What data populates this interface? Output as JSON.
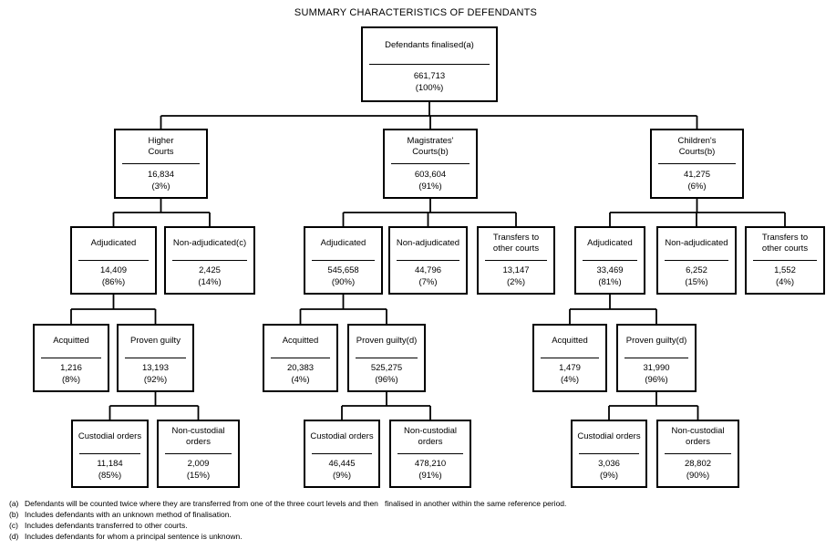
{
  "title": "SUMMARY CHARACTERISTICS OF DEFENDANTS",
  "colors": {
    "line": "#000000",
    "background": "#ffffff",
    "text": "#000000"
  },
  "nodes": {
    "root": {
      "label": "Defendants finalised(a)",
      "value": "661,713",
      "pct": "(100%)"
    },
    "higher": {
      "label": "Higher\nCourts",
      "value": "16,834",
      "pct": "(3%)"
    },
    "magistrates": {
      "label": "Magistrates'\nCourts(b)",
      "value": "603,604",
      "pct": "(91%)"
    },
    "childrens": {
      "label": "Children's\nCourts(b)",
      "value": "41,275",
      "pct": "(6%)"
    },
    "h_adj": {
      "label": "Adjudicated",
      "value": "14,409",
      "pct": "(86%)"
    },
    "h_nonadj": {
      "label": "Non-adjudicated(c)",
      "value": "2,425",
      "pct": "(14%)"
    },
    "m_adj": {
      "label": "Adjudicated",
      "value": "545,658",
      "pct": "(90%)"
    },
    "m_nonadj": {
      "label": "Non-adjudicated",
      "value": "44,796",
      "pct": "(7%)"
    },
    "m_trans": {
      "label": "Transfers to\nother courts",
      "value": "13,147",
      "pct": "(2%)"
    },
    "c_adj": {
      "label": "Adjudicated",
      "value": "33,469",
      "pct": "(81%)"
    },
    "c_nonadj": {
      "label": "Non-adjudicated",
      "value": "6,252",
      "pct": "(15%)"
    },
    "c_trans": {
      "label": "Transfers to\nother courts",
      "value": "1,552",
      "pct": "(4%)"
    },
    "h_acq": {
      "label": "Acquitted",
      "value": "1,216",
      "pct": "(8%)"
    },
    "h_guilty": {
      "label": "Proven guilty",
      "value": "13,193",
      "pct": "(92%)"
    },
    "m_acq": {
      "label": "Acquitted",
      "value": "20,383",
      "pct": "(4%)"
    },
    "m_guilty": {
      "label": "Proven guilty(d)",
      "value": "525,275",
      "pct": "(96%)"
    },
    "c_acq": {
      "label": "Acquitted",
      "value": "1,479",
      "pct": "(4%)"
    },
    "c_guilty": {
      "label": "Proven guilty(d)",
      "value": "31,990",
      "pct": "(96%)"
    },
    "h_cust": {
      "label": "Custodial orders",
      "value": "11,184",
      "pct": "(85%)"
    },
    "h_noncust": {
      "label": "Non-custodial\norders",
      "value": "2,009",
      "pct": "(15%)"
    },
    "m_cust": {
      "label": "Custodial orders",
      "value": "46,445",
      "pct": "(9%)"
    },
    "m_noncust": {
      "label": "Non-custodial\norders",
      "value": "478,210",
      "pct": "(91%)"
    },
    "c_cust": {
      "label": "Custodial orders",
      "value": "3,036",
      "pct": "(9%)"
    },
    "c_noncust": {
      "label": "Non-custodial\norders",
      "value": "28,802",
      "pct": "(90%)"
    }
  },
  "edges": [
    {
      "parent": "root",
      "children": [
        "higher",
        "magistrates",
        "childrens"
      ]
    },
    {
      "parent": "higher",
      "children": [
        "h_adj",
        "h_nonadj"
      ]
    },
    {
      "parent": "magistrates",
      "children": [
        "m_adj",
        "m_nonadj",
        "m_trans"
      ]
    },
    {
      "parent": "childrens",
      "children": [
        "c_adj",
        "c_nonadj",
        "c_trans"
      ]
    },
    {
      "parent": "h_adj",
      "children": [
        "h_acq",
        "h_guilty"
      ]
    },
    {
      "parent": "m_adj",
      "children": [
        "m_acq",
        "m_guilty"
      ]
    },
    {
      "parent": "c_adj",
      "children": [
        "c_acq",
        "c_guilty"
      ]
    },
    {
      "parent": "h_guilty",
      "children": [
        "h_cust",
        "h_noncust"
      ]
    },
    {
      "parent": "m_guilty",
      "children": [
        "m_cust",
        "m_noncust"
      ]
    },
    {
      "parent": "c_guilty",
      "children": [
        "c_cust",
        "c_noncust"
      ]
    }
  ],
  "footnotes": [
    {
      "marker": "(a)",
      "text": "Defendants will be counted twice where they are transferred from one of the three court levels and then   finalised in another within the same reference period."
    },
    {
      "marker": "(b)",
      "text": "Includes defendants with an unknown method of finalisation."
    },
    {
      "marker": "(c)",
      "text": "Includes defendants transferred to other courts."
    },
    {
      "marker": "(d)",
      "text": "Includes defendants for whom a principal sentence is unknown."
    }
  ]
}
